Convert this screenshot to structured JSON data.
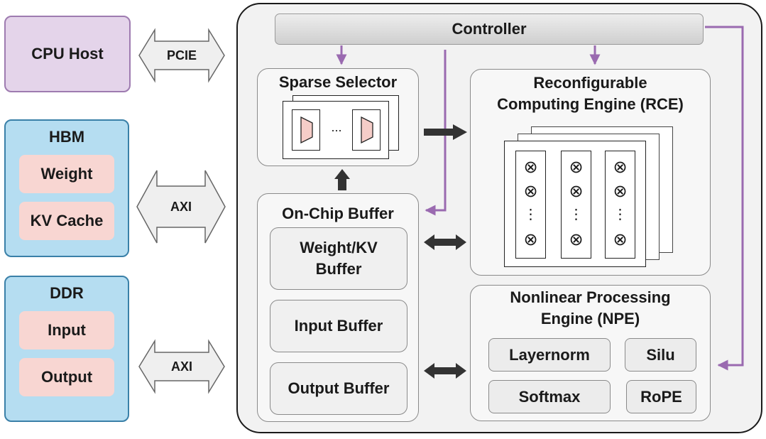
{
  "host": {
    "label": "CPU Host"
  },
  "hbm": {
    "title": "HBM",
    "items": [
      "Weight",
      "KV Cache"
    ]
  },
  "ddr": {
    "title": "DDR",
    "items": [
      "Input",
      "Output"
    ]
  },
  "links": {
    "pcie": "PCIE",
    "axi_hbm": "AXI",
    "axi_ddr": "AXI"
  },
  "controller": {
    "label": "Controller"
  },
  "sparse_selector": {
    "title": "Sparse Selector",
    "ellipsis": "..."
  },
  "rce": {
    "title_line1": "Reconfigurable",
    "title_line2": "Computing Engine (RCE)",
    "multiply_symbol": "⊗",
    "vertical_dots": "⋮"
  },
  "onchip": {
    "title": "On-Chip Buffer",
    "weight_kv_line1": "Weight/KV",
    "weight_kv_line2": "Buffer",
    "input": "Input Buffer",
    "output": "Output Buffer"
  },
  "npe": {
    "title_line1": "Nonlinear Processing",
    "title_line2": "Engine (NPE)",
    "functions": [
      "Layernorm",
      "Silu",
      "Softmax",
      "RoPE"
    ]
  },
  "colors": {
    "control_line": "#9a6ab0",
    "host_fill": "#e4d4ea",
    "memory_fill": "#b5ddf1",
    "memory_item_fill": "#f8d6d2"
  }
}
